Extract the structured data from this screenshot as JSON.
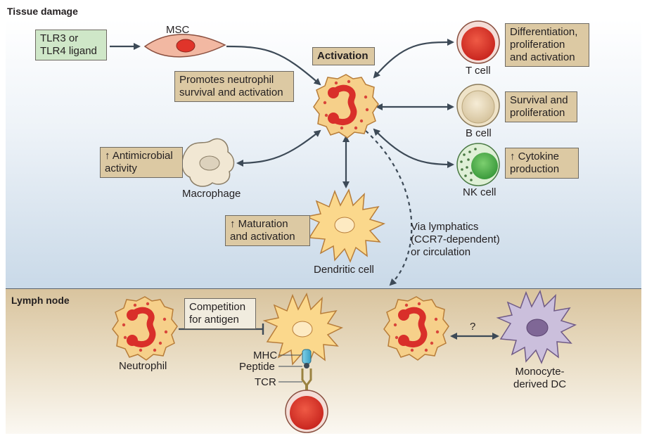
{
  "sections": {
    "tissue": "Tissue damage",
    "lymph": "Lymph node"
  },
  "boxes": {
    "tlr": "TLR3 or\nTLR4 ligand",
    "activation": "Activation",
    "promotes": "Promotes neutrophil\nsurvival and activation",
    "tcell_effect": "Differentiation,\nproliferation\nand activation",
    "bcell_effect": "Survival and\nproliferation",
    "nk_effect": "↑ Cytokine\n  production",
    "macrophage_effect": "↑ Antimicrobial\n  activity",
    "dc_effect": "↑ Maturation\n  and activation",
    "competition": "Competition\nfor antigen"
  },
  "labels": {
    "msc": "MSC",
    "tcell": "T cell",
    "bcell": "B cell",
    "nkcell": "NK cell",
    "macrophage": "Macrophage",
    "dendritic": "Dendritic cell",
    "via": "Via lymphatics\n(CCR7-dependent)\nor circulation",
    "neutrophil": "Neutrophil",
    "mhc": "MHC",
    "peptide": "Peptide",
    "tcr": "TCR",
    "question": "?",
    "modc": "Monocyte-\nderived DC"
  },
  "colors": {
    "arrow": "#3d4a57",
    "neutrophil_fill": "#f6d08a",
    "neutrophil_nucleus": "#d92f2a",
    "tcell_red": "#e23b2e",
    "bcell_fill": "#e9dcc0",
    "nk_green": "#4db04a",
    "macrophage_fill": "#f1e7d3",
    "dc_fill": "#fbd88c",
    "modc_fill": "#cbbfdc",
    "modc_nucleus": "#7f6796",
    "tan_box": "#dcc9a3",
    "green_box": "#cfe7c8"
  }
}
